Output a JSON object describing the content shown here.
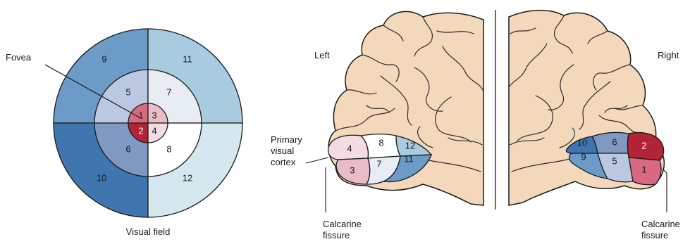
{
  "visual_field": {
    "title": "Visual field",
    "fovea_label": "Fovea",
    "outer": [
      "9",
      "11",
      "10",
      "12"
    ],
    "middle": [
      "5",
      "7",
      "6",
      "8"
    ],
    "inner": [
      "1",
      "3",
      "2",
      "4"
    ],
    "colors": {
      "9": "#6d9bc8",
      "11": "#a9cbe0",
      "10": "#3f76b0",
      "12": "#d6e8ef",
      "5": "#bac9e1",
      "7": "#e7edf2",
      "6": "#7f99c2",
      "8": "#ffffff",
      "1": "#d76a82",
      "2": "#b22335",
      "3": "#e9bcc6",
      "4": "#f3dde3"
    }
  },
  "left_hemisphere": {
    "title": "Left",
    "cortex_label": [
      "Primary",
      "visual",
      "cortex"
    ],
    "fissure_label": [
      "Calcarine",
      "fissure"
    ],
    "regions": [
      "4",
      "3",
      "8",
      "7",
      "12",
      "11"
    ]
  },
  "right_hemisphere": {
    "title": "Right",
    "fissure_label": [
      "Calcarine",
      "fissure"
    ],
    "regions": [
      "10",
      "9",
      "6",
      "5",
      "2",
      "1"
    ]
  },
  "brain_color": "#f4d8bc"
}
